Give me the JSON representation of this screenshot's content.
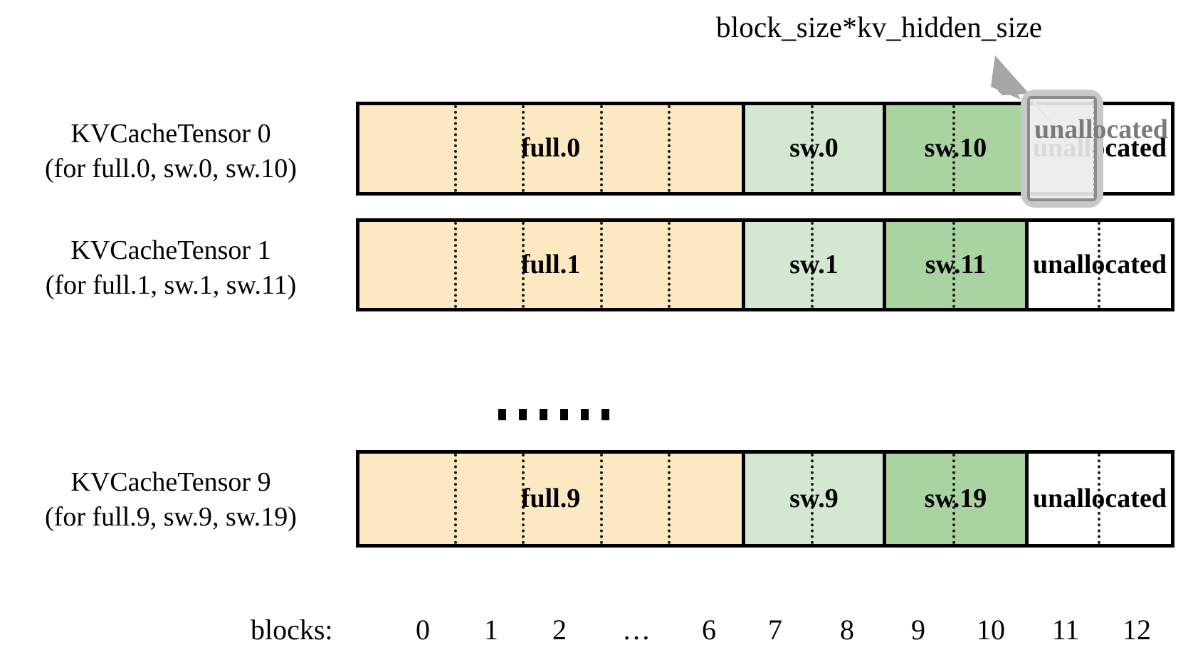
{
  "diagram": {
    "callout": {
      "label": "block_size*kv_hidden_size",
      "arrow_icon": "arrow-up-left-icon"
    },
    "rows": [
      {
        "label_line1": "KVCacheTensor 0",
        "label_line2": "(for full.0, sw.0, sw.10)",
        "segments": [
          {
            "text": "full.0",
            "color": "#FCE9C2",
            "blocks": "0-6"
          },
          {
            "text": "sw.0",
            "color": "#D4E8D1",
            "blocks": "7-8"
          },
          {
            "text": "sw.10",
            "color": "#A9D3A1",
            "blocks": "9-10"
          },
          {
            "text": "unallocated",
            "color": "#FFFFFF",
            "blocks": "11-12"
          }
        ]
      },
      {
        "label_line1": "KVCacheTensor 1",
        "label_line2": "(for full.1, sw.1, sw.11)",
        "segments": [
          {
            "text": "full.1",
            "color": "#FCE9C2",
            "blocks": "0-6"
          },
          {
            "text": "sw.1",
            "color": "#D4E8D1",
            "blocks": "7-8"
          },
          {
            "text": "sw.11",
            "color": "#A9D3A1",
            "blocks": "9-10"
          },
          {
            "text": "unallocated",
            "color": "#FFFFFF",
            "blocks": "11-12"
          }
        ]
      },
      {
        "label_line1": "KVCacheTensor 9",
        "label_line2": "(for full.9, sw.9, sw.19)",
        "segments": [
          {
            "text": "full.9",
            "color": "#FCE9C2",
            "blocks": "0-6"
          },
          {
            "text": "sw.9",
            "color": "#D4E8D1",
            "blocks": "7-8"
          },
          {
            "text": "sw.19",
            "color": "#A9D3A1",
            "blocks": "9-10"
          },
          {
            "text": "unallocated",
            "color": "#FFFFFF",
            "blocks": "11-12"
          }
        ]
      }
    ],
    "ellipsis": "......",
    "axis": {
      "title": "blocks:",
      "ticks": [
        "0",
        "1",
        "2",
        "…",
        "6",
        "7",
        "8",
        "9",
        "10",
        "11",
        "12"
      ]
    },
    "highlight": {
      "text": "unallocated",
      "target_blocks": "11"
    },
    "colors": {
      "full_attention": "#FCE9C2",
      "sliding_window_a": "#D4E8D1",
      "sliding_window_b": "#A9D3A1",
      "unallocated": "#FFFFFF",
      "outline": "#000000",
      "highlight_border": "#C8C8C8",
      "highlight_fill": "#ECECEC",
      "highlight_text": "#7A7A7A"
    }
  }
}
